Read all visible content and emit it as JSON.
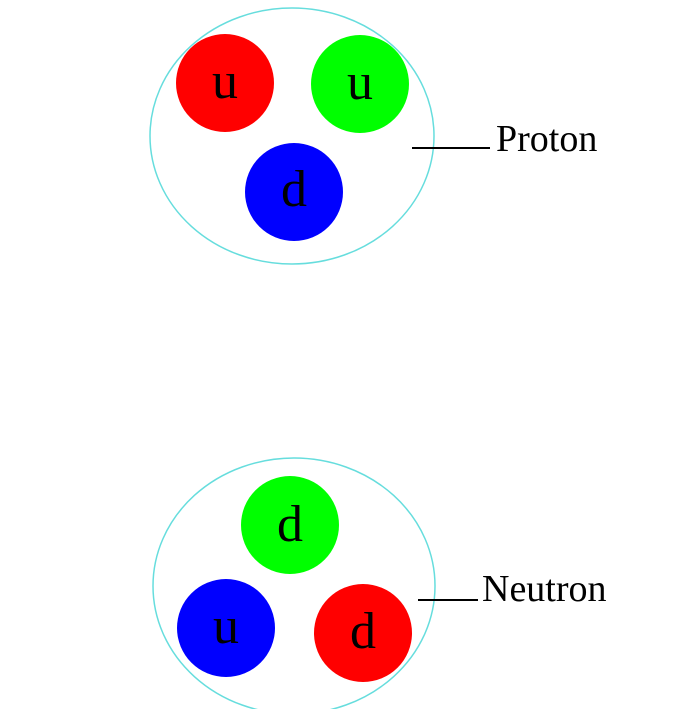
{
  "colors": {
    "red": "#ff0000",
    "green": "#00ff00",
    "blue": "#0000ff",
    "outline": "#66dddd",
    "text": "#000000"
  },
  "proton": {
    "label": "Proton",
    "quarks": [
      {
        "flavor": "u",
        "color": "red"
      },
      {
        "flavor": "u",
        "color": "green"
      },
      {
        "flavor": "d",
        "color": "blue"
      }
    ]
  },
  "neutron": {
    "label": "Neutron",
    "quarks": [
      {
        "flavor": "d",
        "color": "green"
      },
      {
        "flavor": "u",
        "color": "blue"
      },
      {
        "flavor": "d",
        "color": "red"
      }
    ]
  }
}
